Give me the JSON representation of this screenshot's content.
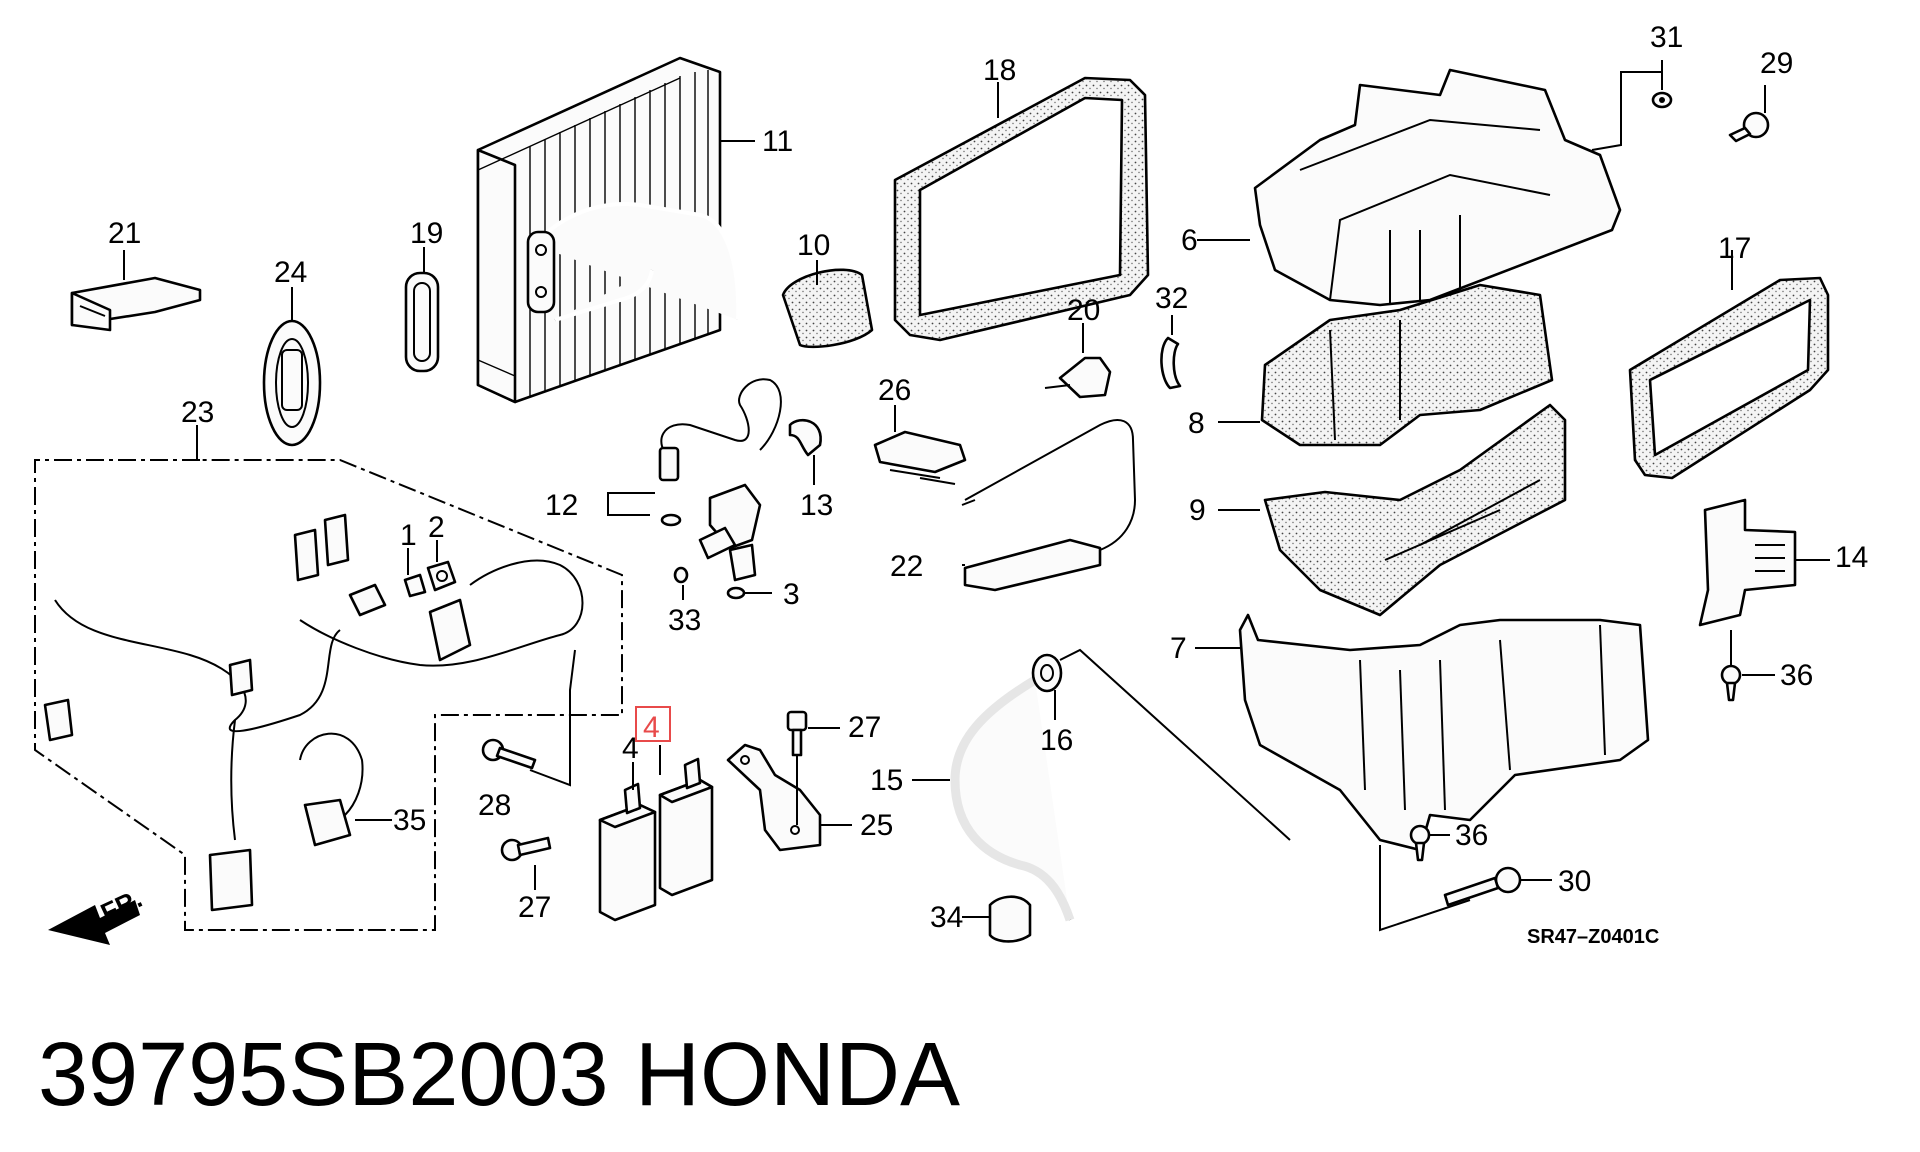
{
  "diagram_code": "SR47–Z0401C",
  "direction_label": "FR.",
  "part_number": "39795SB2003",
  "brand": "HONDA",
  "highlighted_callout": "4",
  "highlight_color": "#e84a4a",
  "callouts": {
    "c1": "1",
    "c2": "2",
    "c3": "3",
    "c4a": "4",
    "c4b": "4",
    "c6": "6",
    "c7": "7",
    "c8": "8",
    "c9": "9",
    "c10": "10",
    "c11": "11",
    "c12": "12",
    "c13": "13",
    "c14": "14",
    "c15": "15",
    "c16": "16",
    "c17": "17",
    "c18": "18",
    "c19": "19",
    "c20": "20",
    "c21": "21",
    "c22": "22",
    "c23": "23",
    "c24": "24",
    "c25": "25",
    "c26": "26",
    "c27a": "27",
    "c27b": "27",
    "c28": "28",
    "c29": "29",
    "c30": "30",
    "c31": "31",
    "c32": "32",
    "c33": "33",
    "c34": "34",
    "c35": "35",
    "c36a": "36",
    "c36b": "36"
  }
}
